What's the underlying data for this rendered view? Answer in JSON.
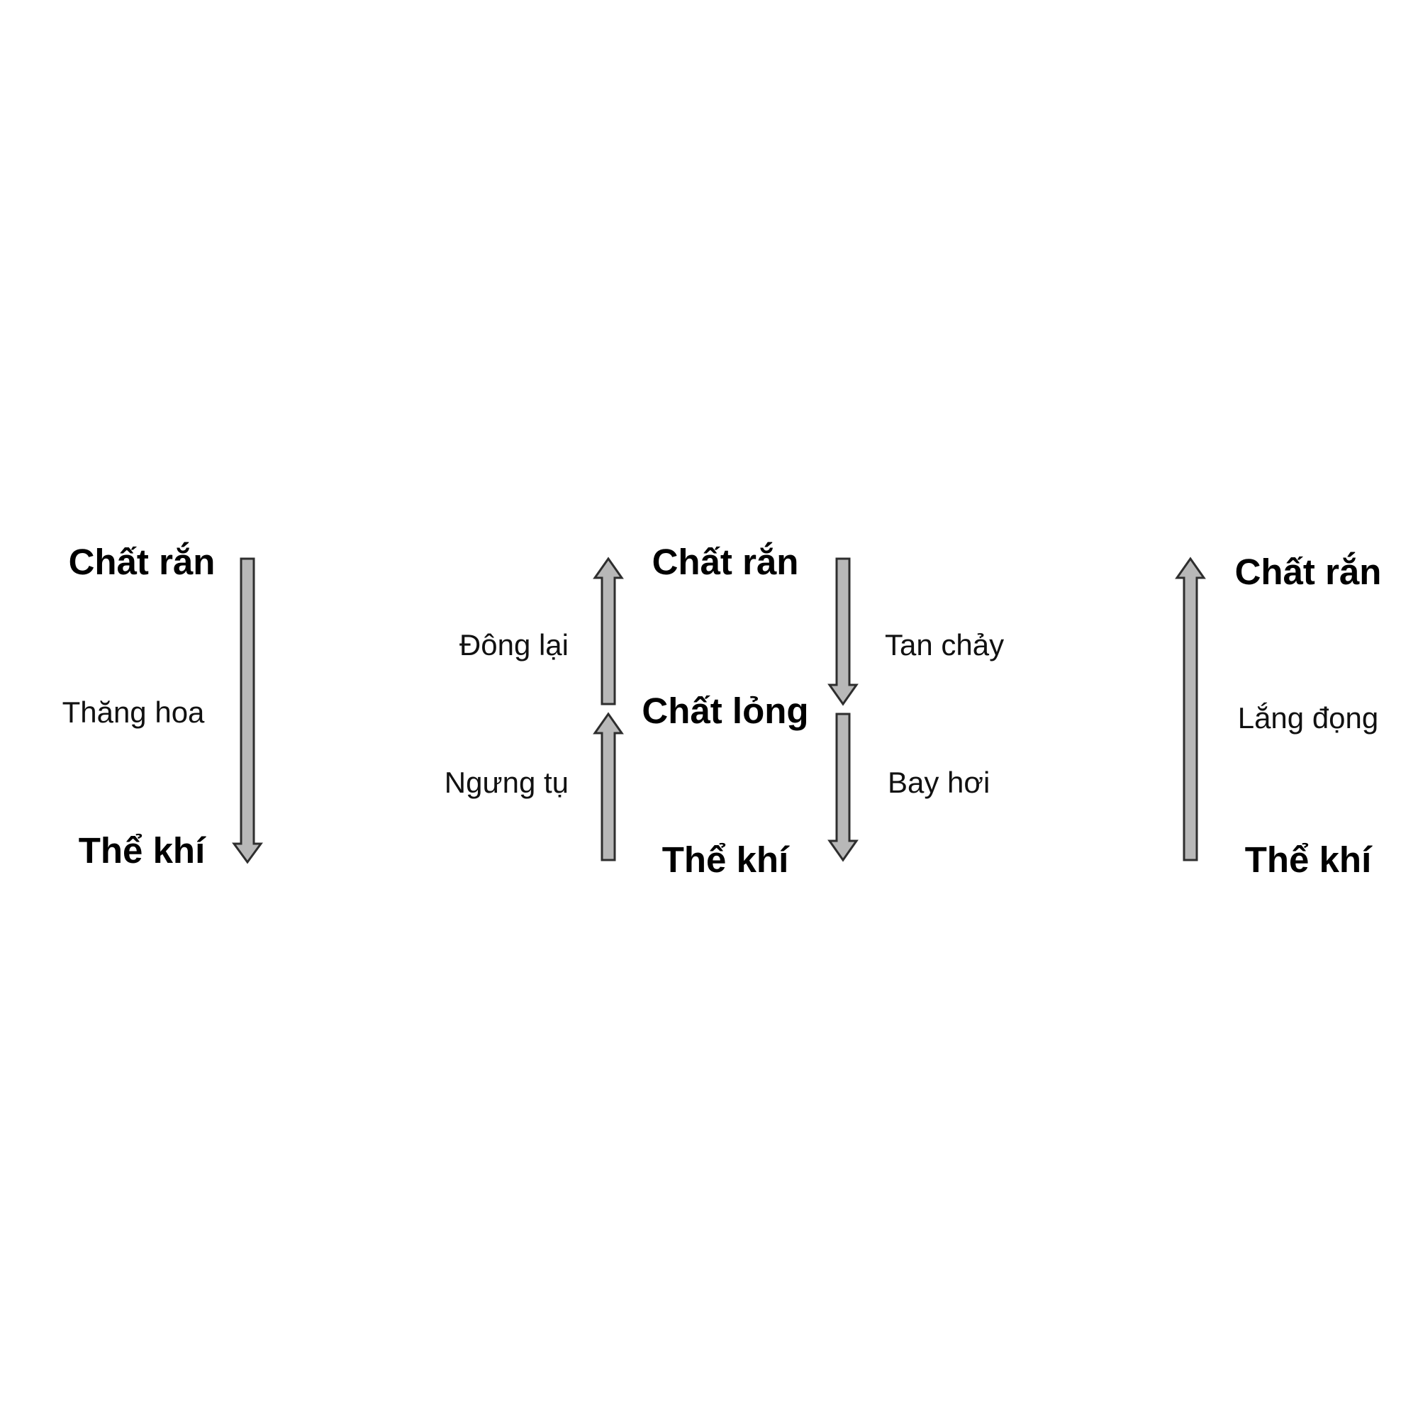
{
  "colors": {
    "background": "#ffffff",
    "arrow_fill": "#b8b8b8",
    "arrow_stroke": "#2e2e2e",
    "text": "#000000"
  },
  "panel_sublimation": {
    "top_state": "Chất rắn",
    "bottom_state": "Thể khí",
    "process": "Thăng hoa",
    "arrow": "down-arrow-icon"
  },
  "panel_phase_changes": {
    "top_state": "Chất rắn",
    "middle_state": "Chất lỏng",
    "bottom_state": "Thể khí",
    "process_freezing": "Đông lại",
    "process_condensation": "Ngưng tụ",
    "process_melting": "Tan chảy",
    "process_evaporation": "Bay hơi",
    "arrows": [
      "up-arrow-icon",
      "up-arrow-icon",
      "down-arrow-icon",
      "down-arrow-icon"
    ]
  },
  "panel_deposition": {
    "top_state": "Chất rắn",
    "bottom_state": "Thể khí",
    "process": "Lắng đọng",
    "arrow": "up-arrow-icon"
  }
}
